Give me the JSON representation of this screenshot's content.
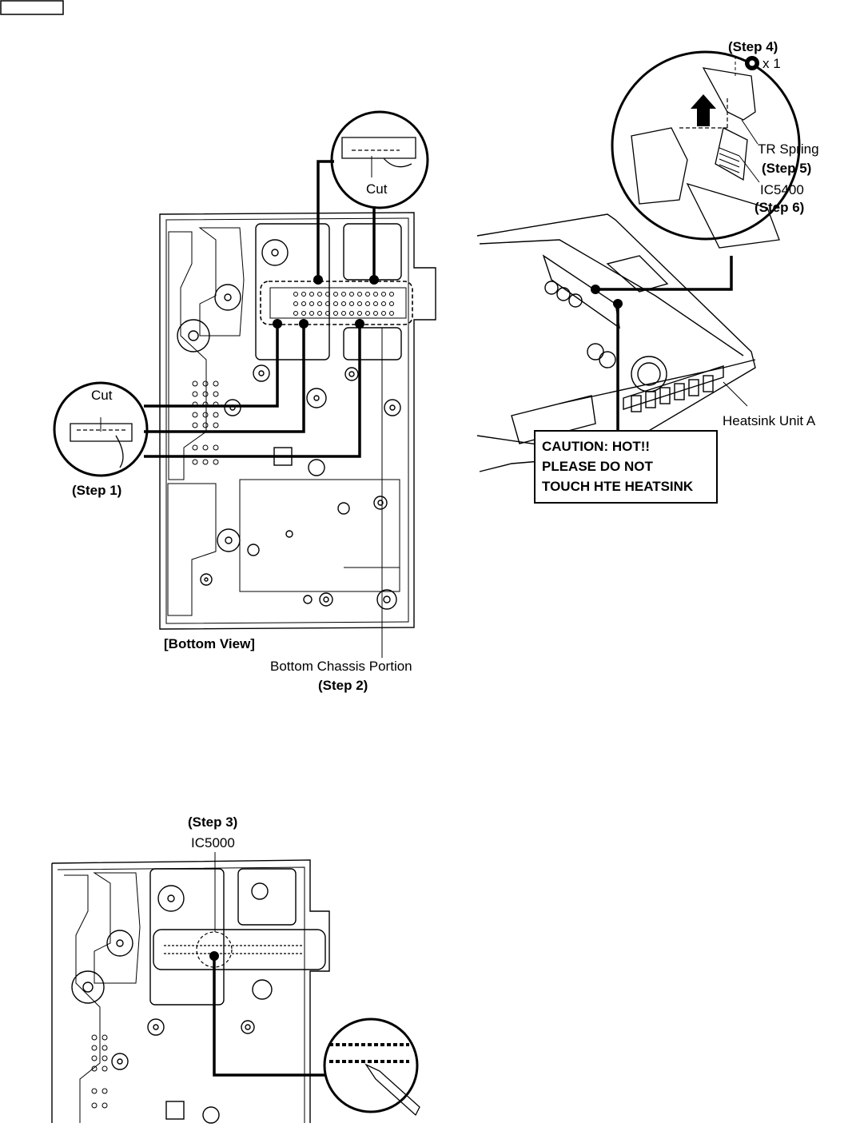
{
  "page": {
    "header_box": ""
  },
  "labels": {
    "step4": "(Step 4)",
    "screw_count": "x 1",
    "tr_spring": "TR Spring",
    "step5": "(Step 5)",
    "ic5400": "IC5400",
    "step6": "(Step 6)",
    "cut_top": "Cut",
    "cut_left": "Cut",
    "step1": "(Step 1)",
    "bottom_view": "[Bottom View]",
    "bottom_chassis": "Bottom Chassis Portion",
    "step2": "(Step 2)",
    "heatsink_unit": "Heatsink Unit A",
    "step3": "(Step 3)",
    "ic5000": "IC5000"
  },
  "caution": {
    "line1": "CAUTION: HOT!!",
    "line2": "PLEASE DO NOT",
    "line3": "TOUCH HTE HEATSINK"
  },
  "icons": {
    "screw": "screw-icon",
    "arrow_up": "arrow-up-icon"
  }
}
